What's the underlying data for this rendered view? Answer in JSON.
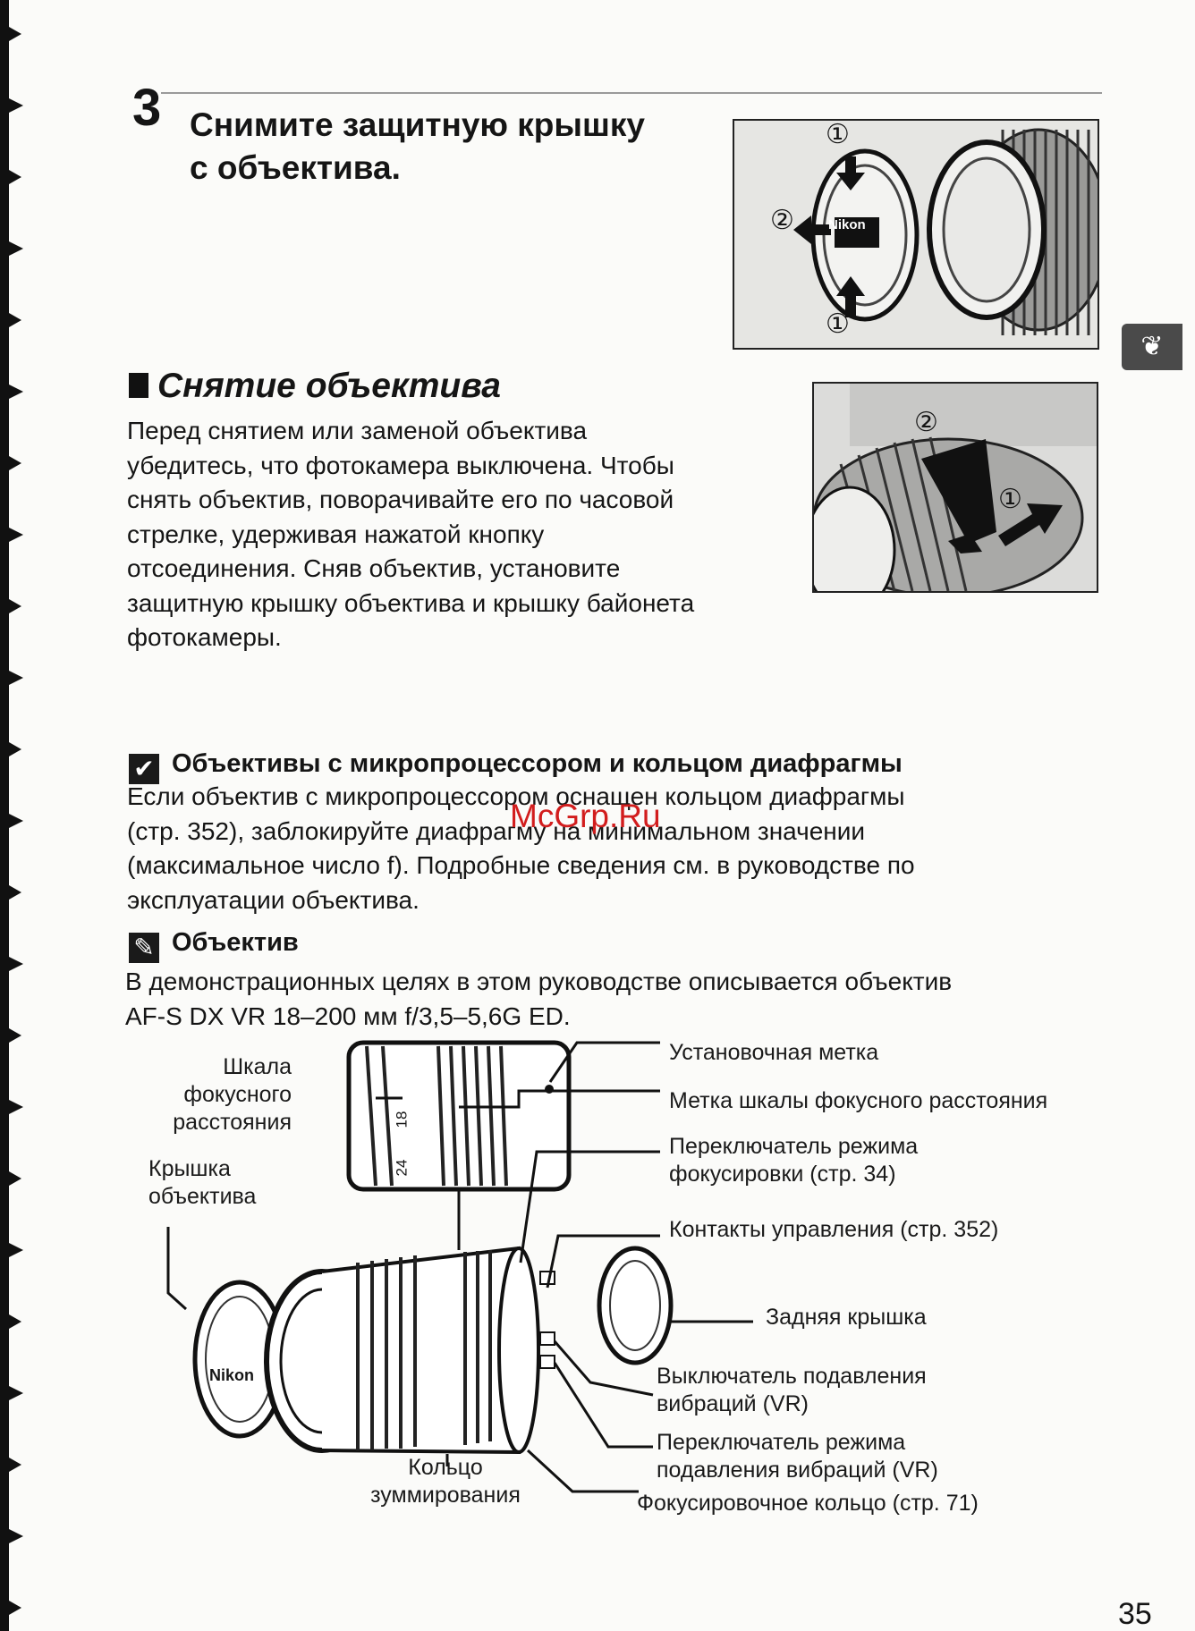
{
  "step": {
    "number": "3",
    "title_line1": "Снимите защитную крышку",
    "title_line2": "с объектива."
  },
  "section": {
    "title": "Снятие объектива",
    "body": [
      "Перед снятием или заменой объектива",
      "убедитесь, что фотокамера выключена. Чтобы",
      "снять объектив, поворачивайте его по часовой",
      "стрелке, удерживая нажатой кнопку",
      "отсоединения. Сняв объектив, установите",
      "защитную крышку объектива и крышку байонета",
      "фотокамеры."
    ]
  },
  "note_cpu": {
    "title": "Объективы с микропроцессором и кольцом диафрагмы",
    "body": [
      "Если объектив с микропроцессором оснащен кольцом диафрагмы",
      "(стр. 352), заблокируйте диафрагму на минимальном значении",
      "(максимальное число f). Подробные сведения см. в руководстве по",
      "эксплуатации объектива."
    ]
  },
  "note_lens": {
    "title": "Объектив",
    "body": [
      "В демонстрационных целях в этом руководстве описывается объектив",
      "AF-S DX VR 18–200 мм f/3,5–5,6G ED."
    ]
  },
  "diagram_labels": {
    "mount_mark": "Установочная метка",
    "focal_scale_mark": "Метка шкалы фокусного расстояния",
    "focus_mode_switch_1": "Переключатель режима",
    "focus_mode_switch_2": "фокусировки (стр. 34)",
    "cpu_contacts": "Контакты управления (стр. 352)",
    "rear_cap": "Задняя крышка",
    "vr_switch_1": "Выключатель подавления",
    "vr_switch_2": "вибраций (VR)",
    "vr_mode_1": "Переключатель режима",
    "vr_mode_2": "подавления вибраций (VR)",
    "focus_ring": "Фокусировочное кольцо (стр. 71)",
    "zoom_ring_1": "Кольцо",
    "zoom_ring_2": "зуммирования",
    "focal_scale_1": "Шкала",
    "focal_scale_2": "фокусного",
    "focal_scale_3": "расстояния",
    "lens_cap_1": "Крышка",
    "lens_cap_2": "объектива",
    "scale_18": "18",
    "scale_24": "24",
    "brand": "Nikon"
  },
  "photo_markers": {
    "one": "①",
    "two": "②"
  },
  "watermark": "McGrp.Ru",
  "page_number": "35",
  "colors": {
    "watermark": "#d21d1d",
    "tab": "#4a4a4a"
  },
  "icons": {
    "tab": "sprout-icon",
    "check": "checkmark-icon",
    "pencil": "pencil-icon"
  }
}
